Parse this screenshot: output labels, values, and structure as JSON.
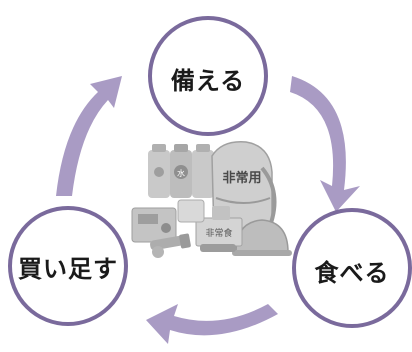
{
  "cycle": {
    "steps": [
      {
        "label": "備える"
      },
      {
        "label": "食べる"
      },
      {
        "label": "買い足す"
      }
    ]
  },
  "illustration": {
    "backpack_label": "非常用",
    "bottle_label": "水",
    "box_label": "非常食"
  },
  "colors": {
    "ring": "#7a6a9c",
    "arrow": "#a99bc4",
    "supplies": "#b8b8b8"
  }
}
